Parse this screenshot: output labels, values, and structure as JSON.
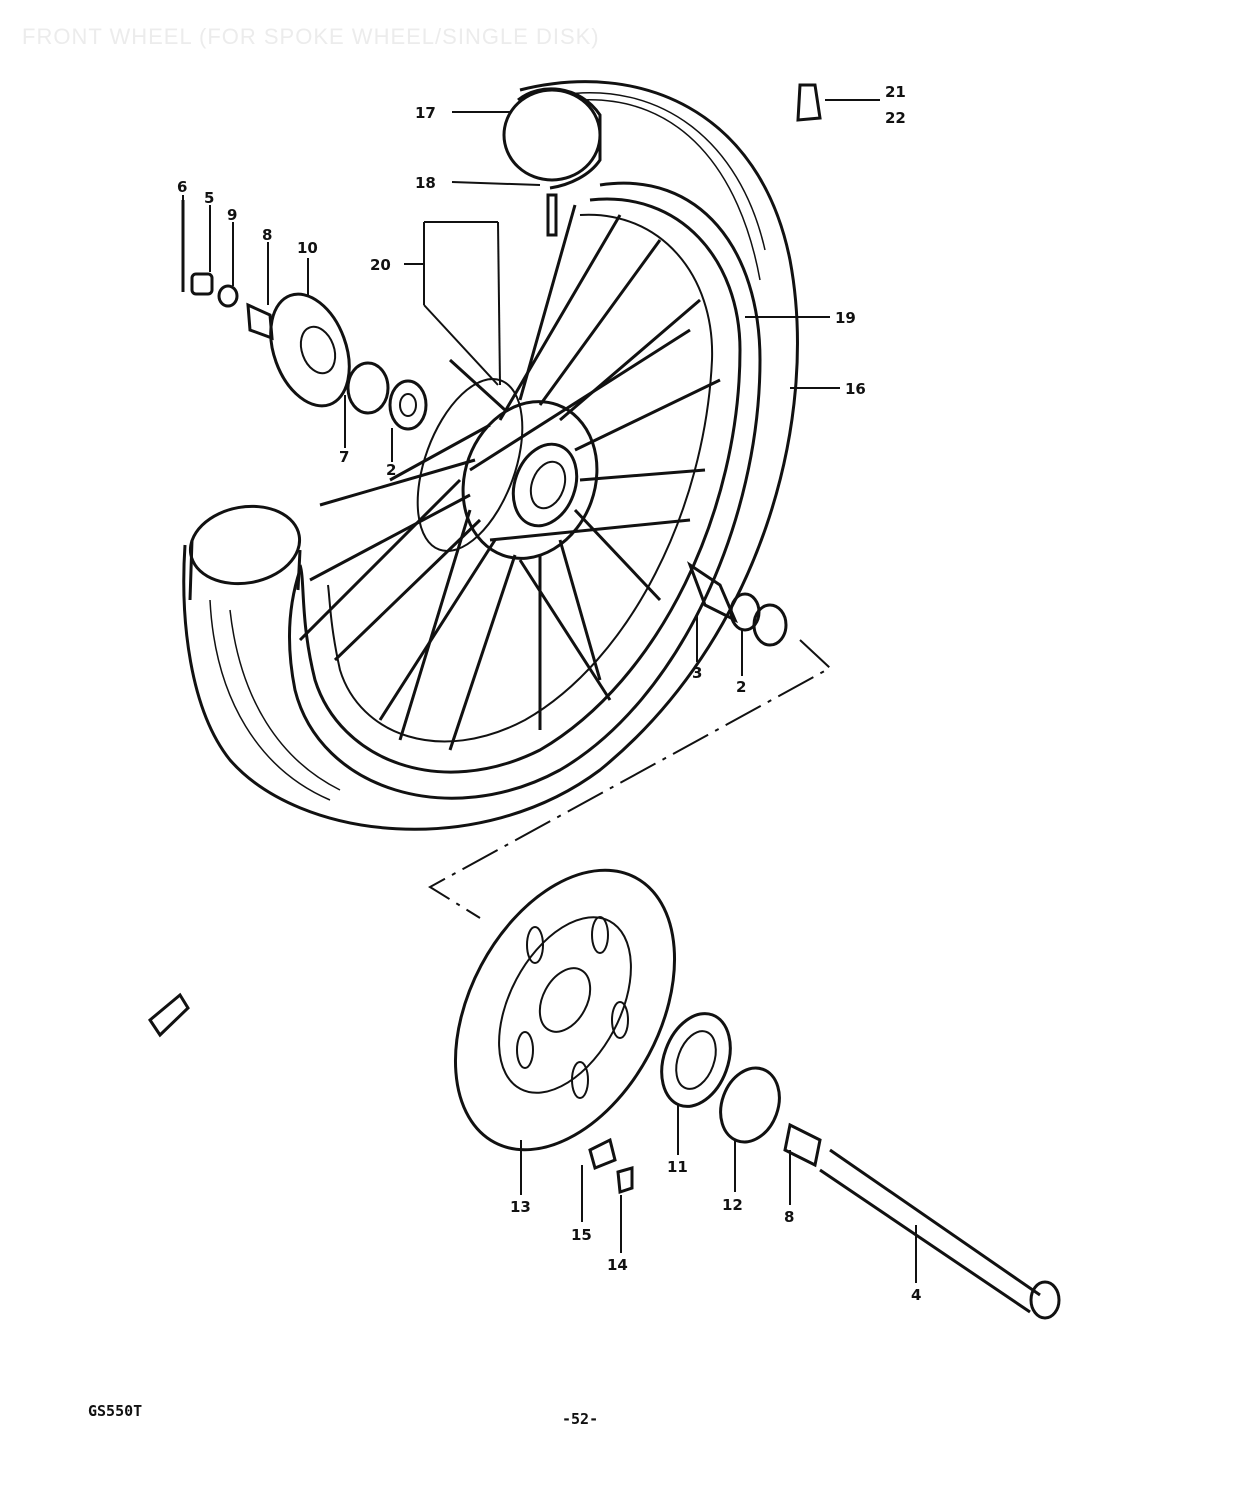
{
  "page_title": "FRONT WHEEL (FOR SPOKE WHEEL/SINGLE DISK)",
  "model_code": "GS550T",
  "page_number": "-52-",
  "callouts": [
    {
      "id": "c17",
      "label": "17"
    },
    {
      "id": "c18",
      "label": "18"
    },
    {
      "id": "c20",
      "label": "20"
    },
    {
      "id": "c21",
      "label": "21"
    },
    {
      "id": "c22",
      "label": "22"
    },
    {
      "id": "c6",
      "label": "6"
    },
    {
      "id": "c5",
      "label": "5"
    },
    {
      "id": "c9",
      "label": "9"
    },
    {
      "id": "c8a",
      "label": "8"
    },
    {
      "id": "c10",
      "label": "10"
    },
    {
      "id": "c7",
      "label": "7"
    },
    {
      "id": "c2a",
      "label": "2"
    },
    {
      "id": "c19",
      "label": "19"
    },
    {
      "id": "c16",
      "label": "16"
    },
    {
      "id": "c3",
      "label": "3"
    },
    {
      "id": "c2b",
      "label": "2"
    },
    {
      "id": "c13",
      "label": "13"
    },
    {
      "id": "c15",
      "label": "15"
    },
    {
      "id": "c14",
      "label": "14"
    },
    {
      "id": "c11",
      "label": "11"
    },
    {
      "id": "c12",
      "label": "12"
    },
    {
      "id": "c8b",
      "label": "8"
    },
    {
      "id": "c4",
      "label": "4"
    }
  ]
}
